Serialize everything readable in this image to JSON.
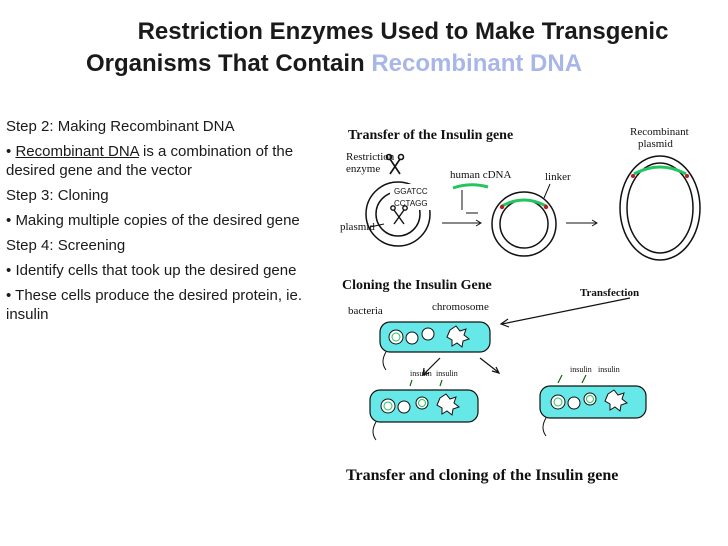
{
  "title": {
    "line1": "Restriction Enzymes Used to Make Transgenic",
    "line2_prefix": "Organisms That Contain ",
    "line2_accent": "Recombinant DNA"
  },
  "body": {
    "step2_heading": "Step 2: Making Recombinant DNA",
    "step2_bullet_link": "Recombinant DNA",
    "step2_bullet_rest": " is a combination of the desired gene and the vector",
    "step3_heading": "Step 3: Cloning",
    "step3_bullet": "Making multiple copies of the desired gene",
    "step4_heading": "Step 4: Screening",
    "step4_bullet": "Identify cells that took up the desired gene",
    "step5_bullet": "These cells produce the desired protein, ie. insulin",
    "bullet_char": "•"
  },
  "figure": {
    "transfer_title": "Transfer of the Insulin gene",
    "restriction_label": "Restriction",
    "enzyme_label": "enzyme",
    "seq_top": "GGATCC",
    "seq_bottom": "CCTAGG",
    "plasmid_label": "plasmid",
    "human_cdna_label": "human cDNA",
    "linker_label": "linker",
    "recombinant_label": "Recombinant",
    "recombinant_plasmid_label": "plasmid",
    "cloning_title": "Cloning the Insulin Gene",
    "bacteria_label": "bacteria",
    "chromosome_label": "chromosome",
    "transfection_label": "Transfection",
    "insulin_label_1": "insulin",
    "insulin_label_2": "insulin",
    "insulin_label_3": "insulin",
    "insulin_label_4": "insulin",
    "caption": "Transfer and cloning of the Insulin gene",
    "colors": {
      "gene": "#22c55e",
      "linker": "#b91c1c",
      "ink": "#111111",
      "cell": "#67e8e8",
      "arrow": "#0a6b0a"
    }
  }
}
